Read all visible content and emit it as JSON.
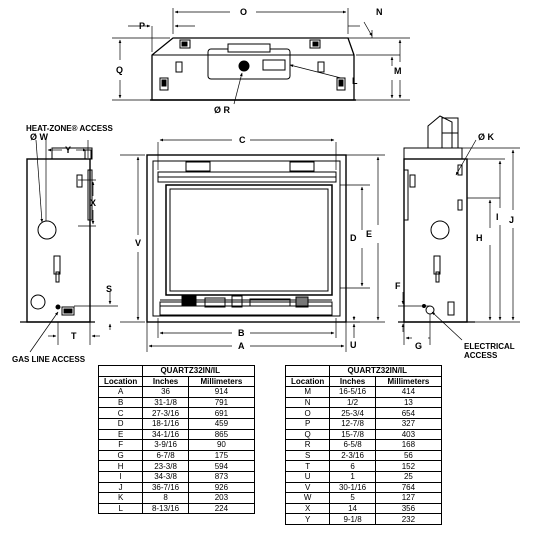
{
  "labels": {
    "O": "O",
    "N": "N",
    "P": "P",
    "Q": "Q",
    "M": "M",
    "L": "L",
    "R": "Ø R",
    "C": "C",
    "D": "D",
    "E": "E",
    "V": "V",
    "B": "B",
    "A": "A",
    "U": "U",
    "W": "Ø W",
    "Y": "Y",
    "X": "X",
    "S": "S",
    "T": "T",
    "K": "Ø K",
    "H": "H",
    "I": "I",
    "J": "J",
    "F": "F",
    "G": "G"
  },
  "annotations": {
    "heat_zone": "HEAT-ZONE® ACCESS",
    "gas_line": "GAS LINE ACCESS",
    "electrical_1": "ELECTRICAL",
    "electrical_2": "ACCESS"
  },
  "table_model": "QUARTZ32IN/IL",
  "columns": [
    "Location",
    "Inches",
    "Millimeters"
  ],
  "table_left": [
    [
      "A",
      "36",
      "914"
    ],
    [
      "B",
      "31-1/8",
      "791"
    ],
    [
      "C",
      "27-3/16",
      "691"
    ],
    [
      "D",
      "18-1/16",
      "459"
    ],
    [
      "E",
      "34-1/16",
      "865"
    ],
    [
      "F",
      "3-9/16",
      "90"
    ],
    [
      "G",
      "6-7/8",
      "175"
    ],
    [
      "H",
      "23-3/8",
      "594"
    ],
    [
      "I",
      "34-3/8",
      "873"
    ],
    [
      "J",
      "36-7/16",
      "926"
    ],
    [
      "K",
      "8",
      "203"
    ],
    [
      "L",
      "8-13/16",
      "224"
    ]
  ],
  "table_right": [
    [
      "M",
      "16-5/16",
      "414"
    ],
    [
      "N",
      "1/2",
      "13"
    ],
    [
      "O",
      "25-3/4",
      "654"
    ],
    [
      "P",
      "12-7/8",
      "327"
    ],
    [
      "Q",
      "15-7/8",
      "403"
    ],
    [
      "R",
      "6-5/8",
      "168"
    ],
    [
      "S",
      "2-3/16",
      "56"
    ],
    [
      "T",
      "6",
      "152"
    ],
    [
      "U",
      "1",
      "25"
    ],
    [
      "V",
      "30-1/16",
      "764"
    ],
    [
      "W",
      "5",
      "127"
    ],
    [
      "X",
      "14",
      "356"
    ],
    [
      "Y",
      "9-1/8",
      "232"
    ]
  ]
}
